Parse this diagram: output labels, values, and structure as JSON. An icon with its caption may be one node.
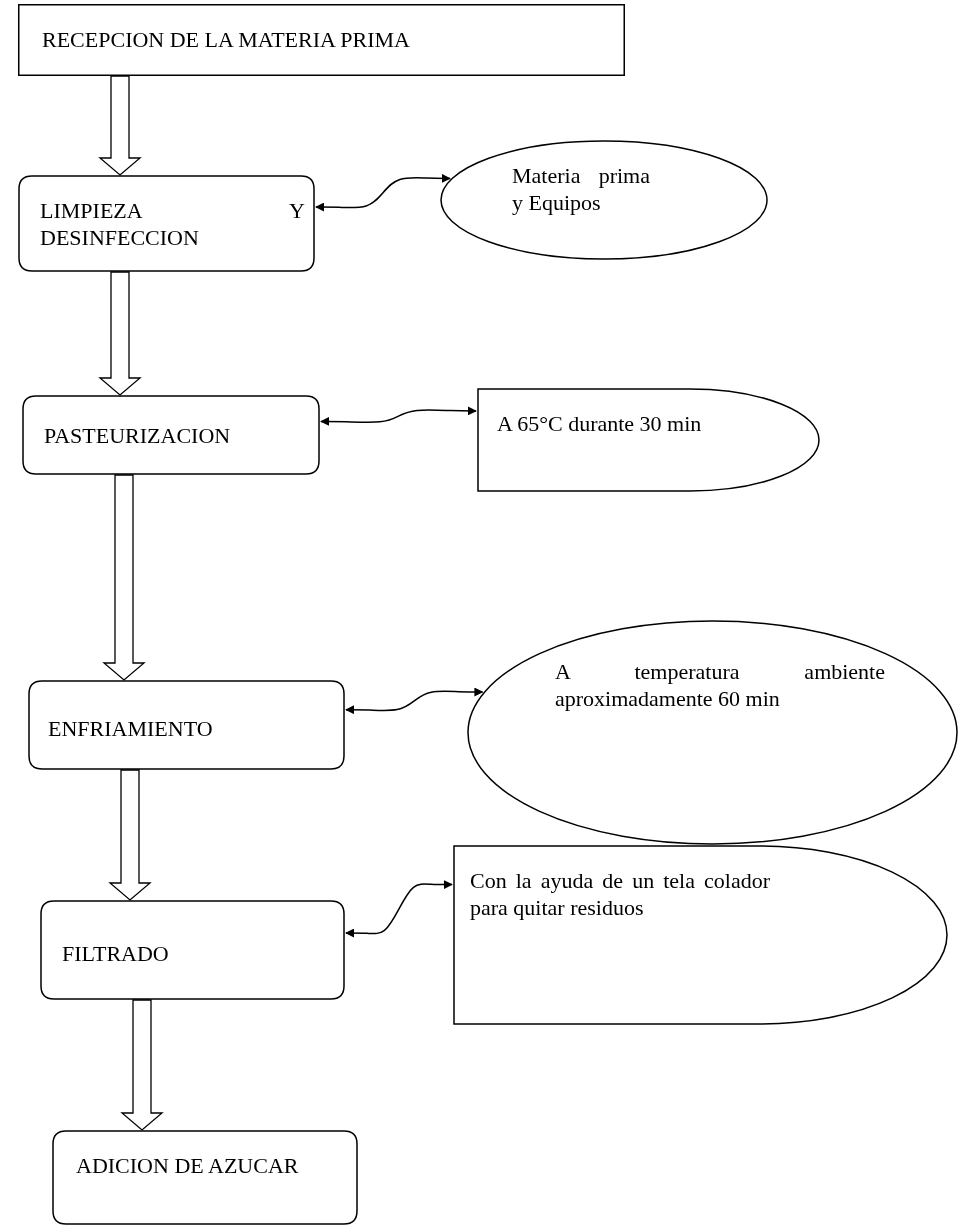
{
  "diagram": {
    "nodes": [
      {
        "text": [
          "RECEPCION DE LA MATERIA PRIMA"
        ]
      },
      {
        "text": [
          "LIMPIEZA Y DESINFECCION"
        ]
      },
      {
        "text": [
          "Materia prima y Equipos"
        ]
      },
      {
        "text": [
          "PASTEURIZACION"
        ]
      },
      {
        "text": [
          "A 65°C durante 30 min"
        ]
      },
      {
        "text": [
          "ENFRIAMIENTO"
        ]
      },
      {
        "text": [
          "A temperatura ambiente aproximadamente 60 min"
        ]
      },
      {
        "text": [
          "FILTRADO"
        ]
      },
      {
        "text": [
          "Con la ayuda de un tela colador para quitar residuos"
        ]
      },
      {
        "text": [
          "ADICION DE AZUCAR"
        ]
      }
    ],
    "edges": [
      {
        "from": 0,
        "to": 1,
        "arrow": "to"
      },
      {
        "from": 1,
        "to": 2,
        "arrow": "both"
      },
      {
        "from": 1,
        "to": 3,
        "arrow": "to"
      },
      {
        "from": 3,
        "to": 4,
        "arrow": "both"
      },
      {
        "from": 3,
        "to": 5,
        "arrow": "to"
      },
      {
        "from": 5,
        "to": 6,
        "arrow": "both"
      },
      {
        "from": 5,
        "to": 7,
        "arrow": "to"
      },
      {
        "from": 7,
        "to": 8,
        "arrow": "both"
      },
      {
        "from": 7,
        "to": 9,
        "arrow": "to"
      }
    ]
  }
}
